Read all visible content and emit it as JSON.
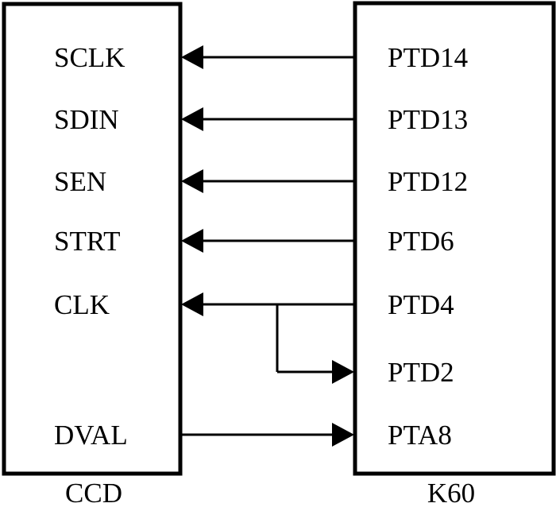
{
  "left_block": {
    "label": "CCD",
    "pins": [
      "SCLK",
      "SDIN",
      "SEN",
      "STRT",
      "CLK",
      "",
      "DVAL"
    ]
  },
  "right_block": {
    "label": "K60",
    "pins": [
      "PTD14",
      "PTD13",
      "PTD12",
      "PTD6",
      "PTD4",
      "PTD2",
      "PTA8"
    ]
  },
  "connections": [
    {
      "from": "PTD14",
      "to": "SCLK",
      "direction": "right-to-left"
    },
    {
      "from": "PTD13",
      "to": "SDIN",
      "direction": "right-to-left"
    },
    {
      "from": "PTD12",
      "to": "SEN",
      "direction": "right-to-left"
    },
    {
      "from": "PTD6",
      "to": "STRT",
      "direction": "right-to-left"
    },
    {
      "from": "PTD4",
      "to": "CLK",
      "direction": "right-to-left"
    },
    {
      "from": "PTD4",
      "to": "PTD2",
      "direction": "branch-to-right"
    },
    {
      "from": "DVAL",
      "to": "PTA8",
      "direction": "left-to-right"
    }
  ]
}
